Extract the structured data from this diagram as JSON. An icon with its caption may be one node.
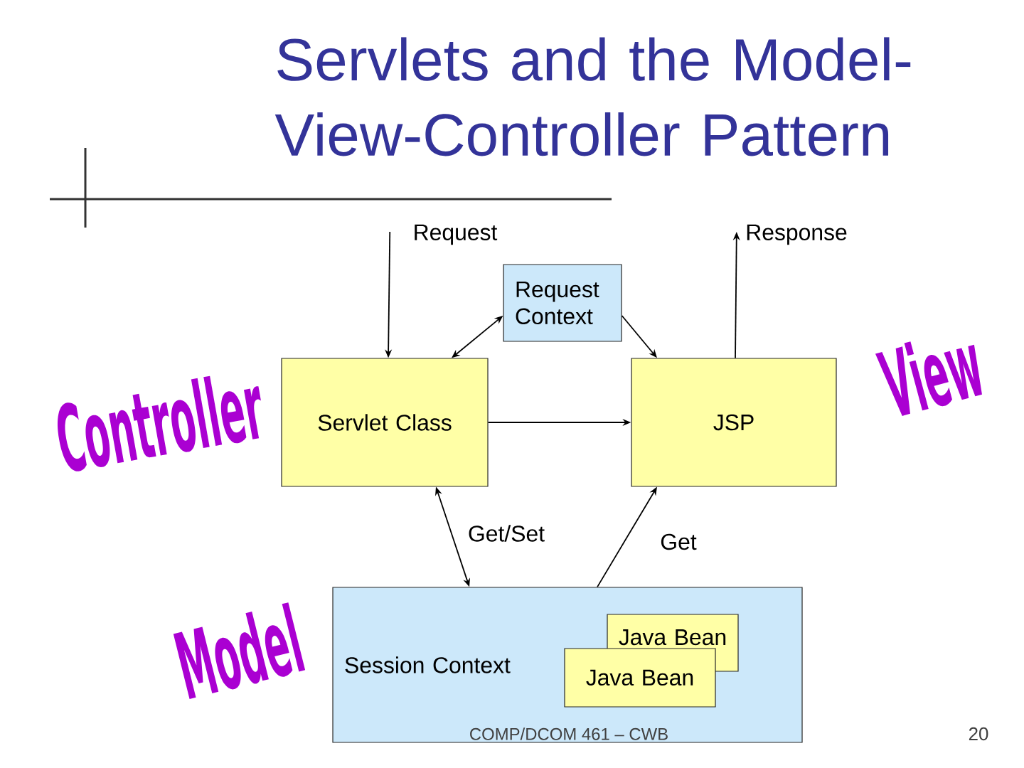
{
  "diagram": {
    "title": "Servlets and the Model-View-Controller Pattern",
    "nodes": [
      {
        "text": [
          "Request"
        ]
      },
      {
        "text": [
          "Response"
        ]
      },
      {
        "text": [
          "Request Context"
        ]
      },
      {
        "text": [
          "Servlet Class"
        ]
      },
      {
        "text": [
          "JSP"
        ]
      },
      {
        "text": [
          "Session Context"
        ]
      },
      {
        "text": [
          "Java Bean"
        ],
        "in": 5
      },
      {
        "text": [
          "Java Bean"
        ],
        "in": 5
      }
    ],
    "edges": [
      {
        "from": 0,
        "to": 3,
        "arrow": "to"
      },
      {
        "from": 4,
        "to": 1,
        "arrow": "to"
      },
      {
        "from": 3,
        "to": 2,
        "arrow": "both"
      },
      {
        "from": 2,
        "to": 4,
        "arrow": "to"
      },
      {
        "from": 3,
        "to": 4,
        "arrow": "to"
      },
      {
        "from": 3,
        "to": 5,
        "arrow": "both",
        "label": "Get/Set"
      },
      {
        "from": 5,
        "to": 4,
        "arrow": "to",
        "label": "Get"
      }
    ],
    "labels": [
      "Controller",
      "View",
      "Model",
      "COMP/DCOM 461 – CWB",
      "20"
    ]
  }
}
